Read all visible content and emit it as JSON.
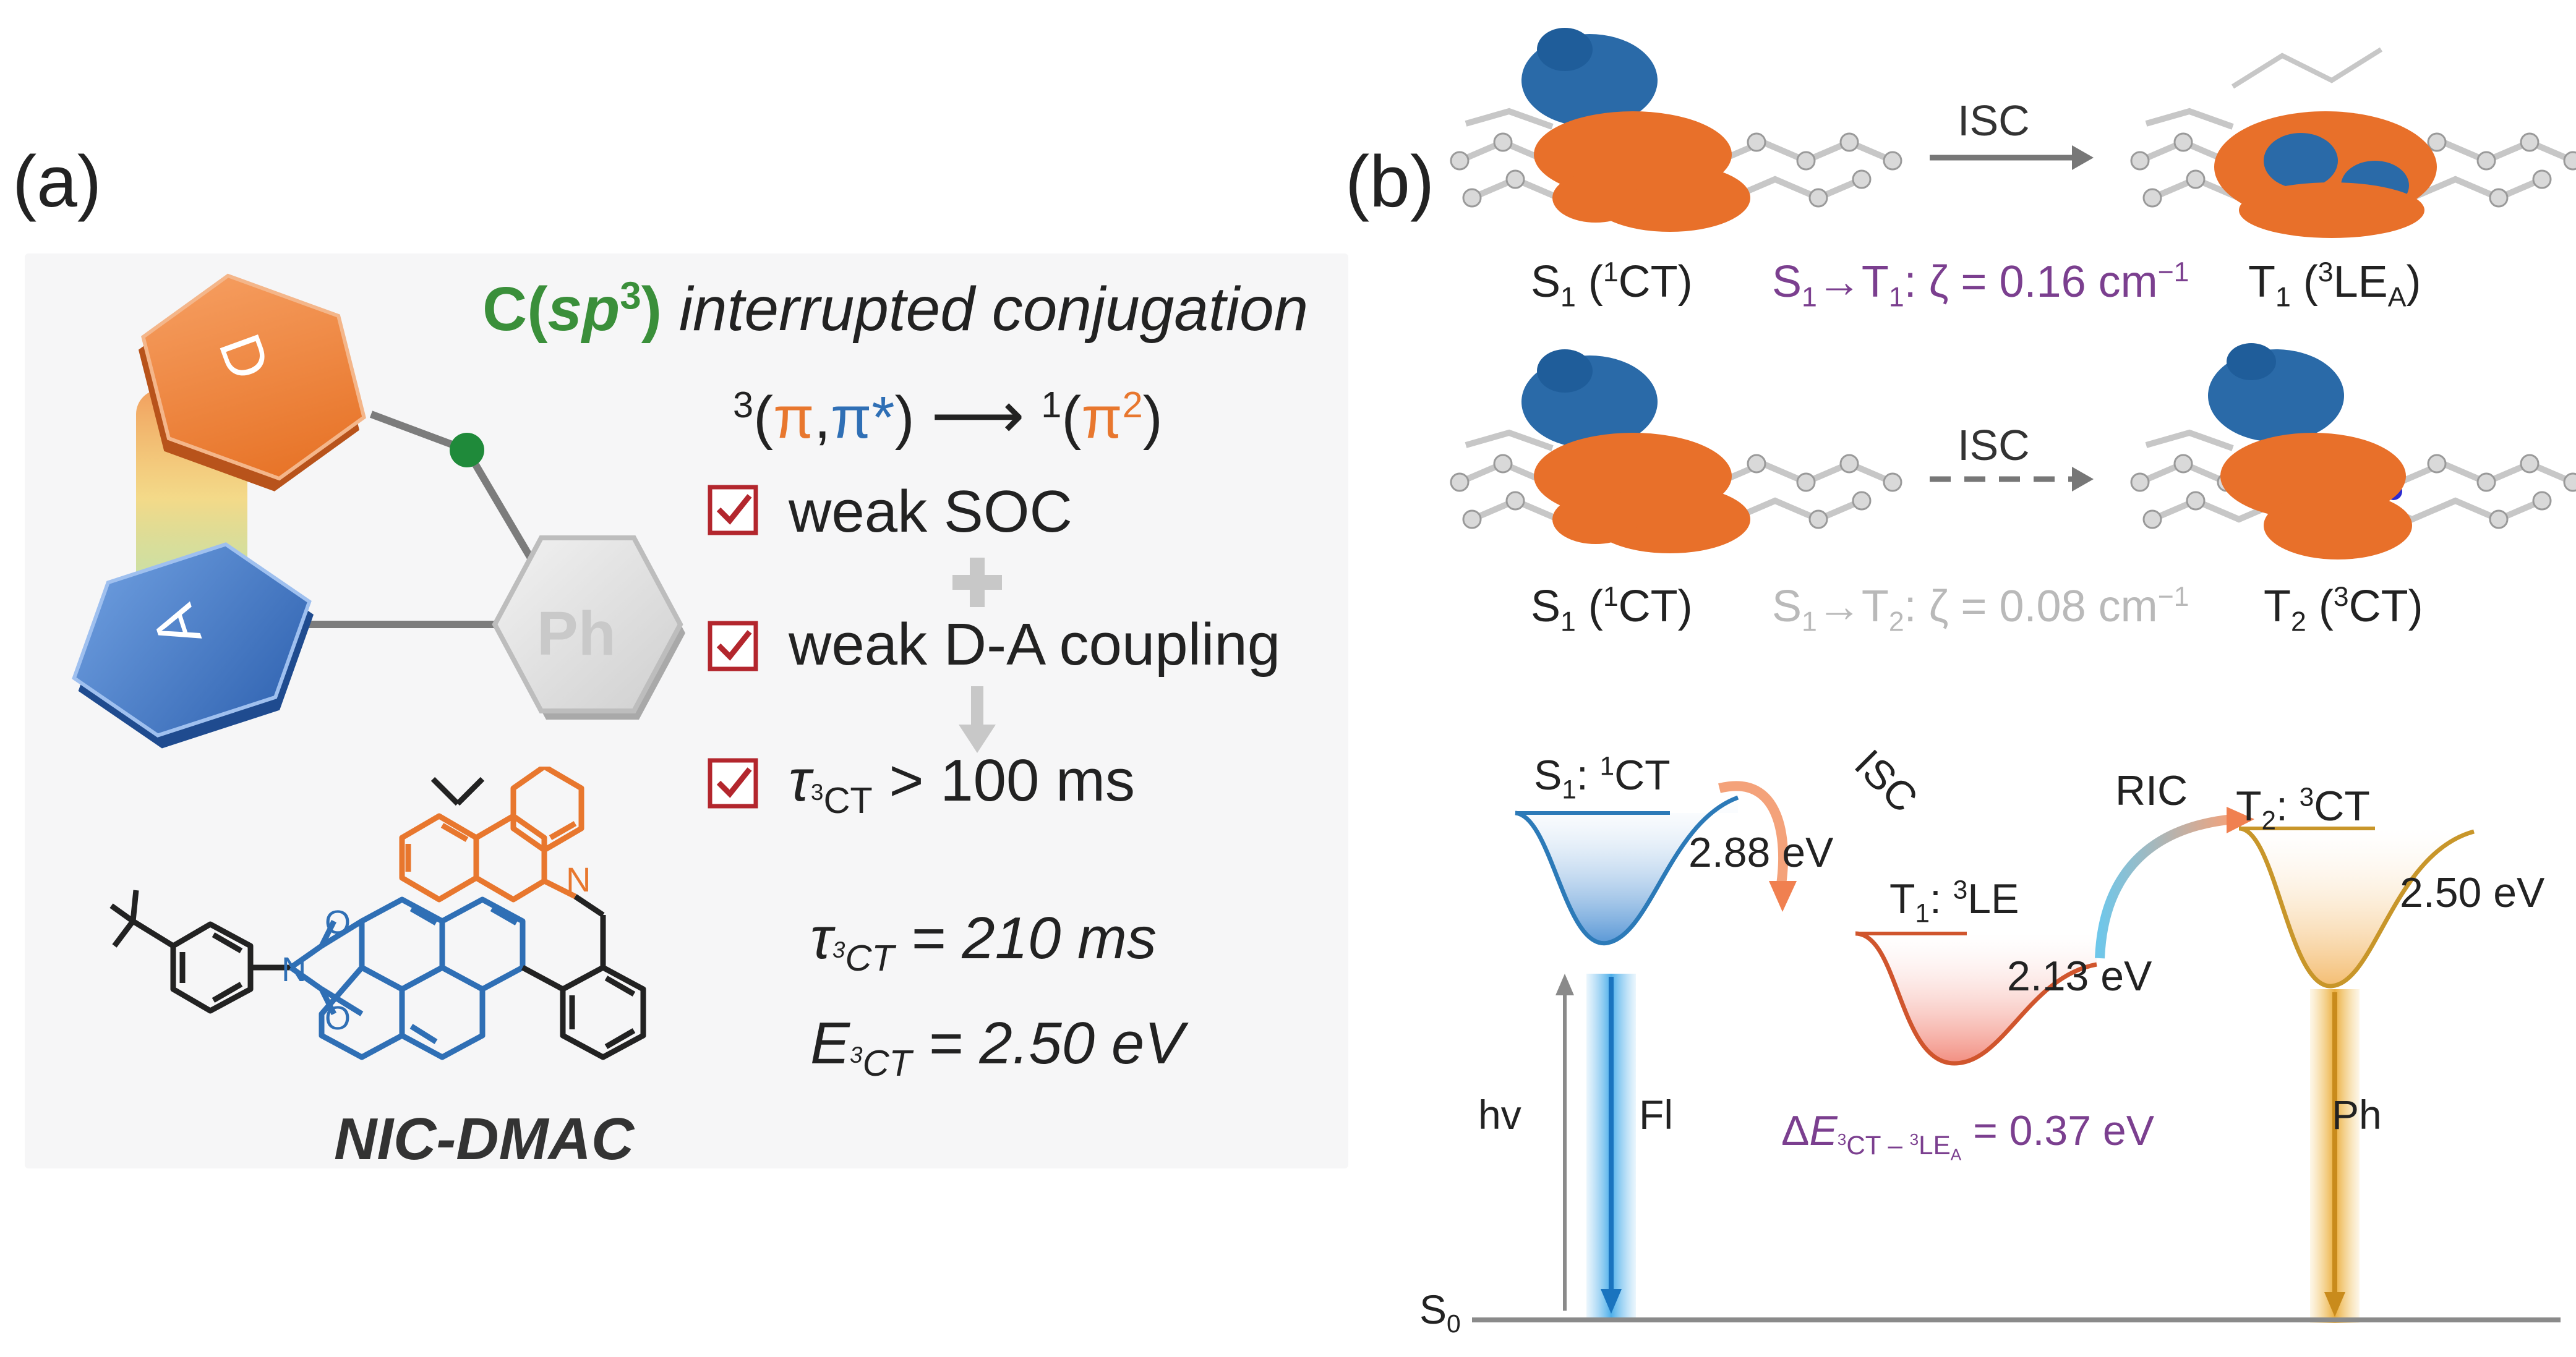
{
  "panel_a": {
    "label": "(a)",
    "title_prefix": "C(",
    "title_sp": "sp",
    "title_sup": "3",
    "title_close": ")",
    "title_rest": "interrupted conjugation",
    "donor_letter": "D",
    "acceptor_letter": "A",
    "ph_label": "Ph",
    "trans_left_sup": "3",
    "trans_left_open": "(",
    "trans_left_pi": "π",
    "trans_left_comma": ",",
    "trans_left_pistar": "π*",
    "trans_left_close": ")",
    "trans_arrow": "⟶",
    "trans_right_sup": "1",
    "trans_right_open": "(",
    "trans_right_pi": "π",
    "trans_right_sq": "2",
    "trans_right_close": ")",
    "check1": "weak SOC",
    "check2": "weak D-A coupling",
    "check3_tau": "τ",
    "check3_sub_sup": "3",
    "check3_sub": "CT",
    "check3_rest": "> 100 ms",
    "tau_value_sym": "τ",
    "tau_value_sub_sup": "3",
    "tau_value_sub": "CT",
    "tau_value_rest": " = 210 ms",
    "energy_sym": "E",
    "energy_sub_sup": "3",
    "energy_sub": "CT",
    "energy_rest": " = 2.50 eV",
    "molecule_name": "NIC-DMAC",
    "atom_N1": "N",
    "atom_N2": "N",
    "atom_O1": "O",
    "atom_O2": "O"
  },
  "panel_b": {
    "label": "(b)",
    "isc_label_1": "ISC",
    "isc_label_2": "ISC",
    "row1_left_S": "S",
    "row1_left_sub": "1",
    "row1_left_sup": "1",
    "row1_left_state": "CT",
    "row1_mid_prefix": "S",
    "row1_mid_s1": "1",
    "row1_mid_arrow": "→T",
    "row1_mid_t1": "1",
    "row1_mid_rest": ": ζ = 0.16 cm",
    "row1_mid_exp": "−1",
    "row1_right_T": "T",
    "row1_right_sub": "1",
    "row1_right_sup": "3",
    "row1_right_state": "LE",
    "row1_right_state_sub": "A",
    "row2_left_S": "S",
    "row2_left_sub": "1",
    "row2_left_sup": "1",
    "row2_left_state": "CT",
    "row2_mid_prefix": "S",
    "row2_mid_s1": "1",
    "row2_mid_arrow": "→T",
    "row2_mid_t2": "2",
    "row2_mid_rest": ": ζ = 0.08 cm",
    "row2_mid_exp": "−1",
    "row2_right_T": "T",
    "row2_right_sub": "2",
    "row2_right_sup": "3",
    "row2_right_state": "CT",
    "s1_label_S": "S",
    "s1_label_sub": "1",
    "s1_label_colon": ": ",
    "s1_label_sup": "1",
    "s1_label_state": "CT",
    "s1_energy": "2.88 eV",
    "t1_label_T": "T",
    "t1_label_sub": "1",
    "t1_label_colon": ": ",
    "t1_label_sup": "3",
    "t1_label_state": "LE",
    "t1_energy": "2.13 eV",
    "t2_label_T": "T",
    "t2_label_sub": "2",
    "t2_label_colon": ": ",
    "t2_label_sup": "3",
    "t2_label_state": "CT",
    "t2_energy": "2.50 eV",
    "isc_curve_label": "ISC",
    "ric_label": "RIC",
    "hv_label": "hv",
    "fl_label": "Fl",
    "ph_label": "Ph",
    "delta_prefix": "Δ",
    "delta_E": "E",
    "delta_sub_a_sup": "3",
    "delta_sub_a": "CT – ",
    "delta_sub_b_sup": "3",
    "delta_sub_b": "LE",
    "delta_sub_b_sub": "A",
    "delta_rest": " = 0.37 eV",
    "s0_S": "S",
    "s0_sub": "0"
  },
  "colors": {
    "orange": "#e8772e",
    "blue": "#2f6fb5",
    "green": "#3a8f3a",
    "purple": "#7b3f8f",
    "gray": "#8a8a8a",
    "check_red": "#b3262d",
    "pale_gray": "#b9b9b9"
  }
}
